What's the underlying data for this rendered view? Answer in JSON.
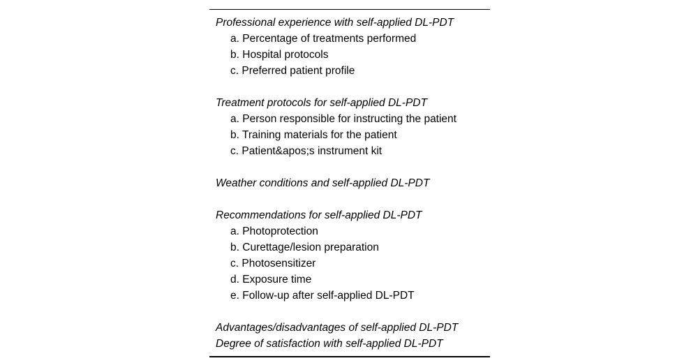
{
  "document": {
    "type": "outline-table",
    "rules": {
      "top": true,
      "bottom": true,
      "color": "#000000"
    },
    "sections": [
      {
        "heading": "Professional experience with self-applied DL-PDT",
        "items": [
          {
            "marker": "a.",
            "label": "Percentage of treatments performed"
          },
          {
            "marker": "b.",
            "label": "Hospital protocols"
          },
          {
            "marker": "c.",
            "label": "Preferred patient profile"
          }
        ]
      },
      {
        "heading": "Treatment protocols for self-applied DL-PDT",
        "items": [
          {
            "marker": "a.",
            "label": "Person responsible for instructing the patient"
          },
          {
            "marker": "b.",
            "label": "Training materials for the patient"
          },
          {
            "marker": "c.",
            "label": "Patient&apos;s instrument kit"
          }
        ]
      },
      {
        "heading": "Weather conditions and self-applied DL-PDT",
        "items": []
      },
      {
        "heading": "Recommendations for self-applied DL-PDT",
        "items": [
          {
            "marker": "a.",
            "label": "Photoprotection"
          },
          {
            "marker": "b.",
            "label": "Curettage/lesion preparation"
          },
          {
            "marker": "c.",
            "label": "Photosensitizer"
          },
          {
            "marker": "d.",
            "label": "Exposure time"
          },
          {
            "marker": "e.",
            "label": "Follow-up after self-applied DL-PDT"
          }
        ]
      },
      {
        "heading": "Advantages/disadvantages of self-applied DL-PDT",
        "items": []
      },
      {
        "heading": "Degree of satisfaction with self-applied DL-PDT",
        "items": [],
        "tight": true
      }
    ]
  }
}
